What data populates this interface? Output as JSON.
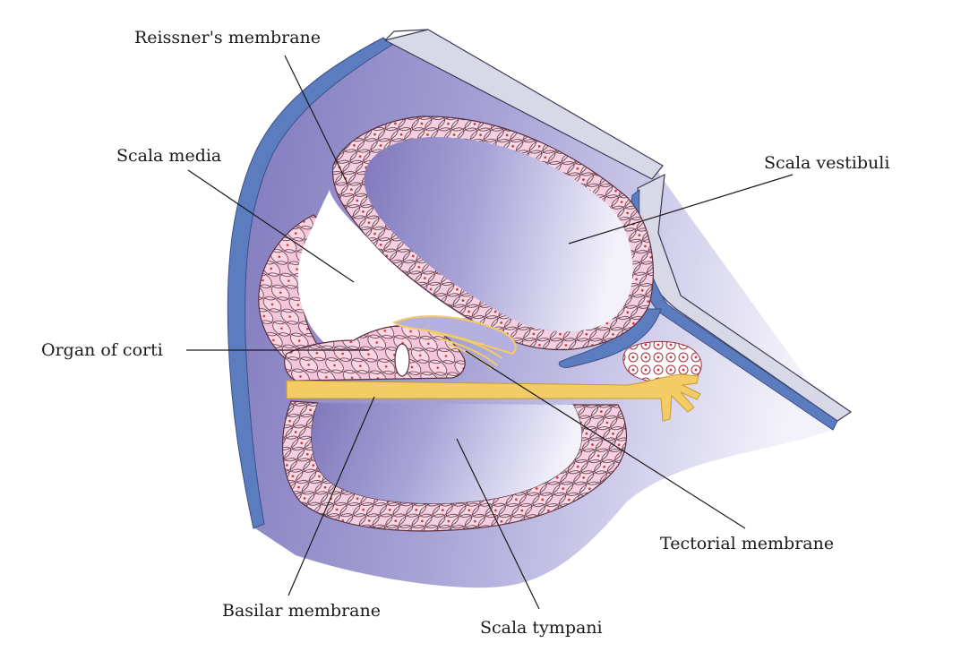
{
  "labels": {
    "reissners_membrane": "Reissner's membrane",
    "scala_media": "Scala media",
    "scala_vestibuli": "Scala vestibuli",
    "organ_of_corti": "Organ of corti",
    "tectorial_membrane": "Tectorial membrane",
    "basilar_membrane": "Basilar membrane",
    "scala_tympani": "Scala tympani"
  },
  "colors": {
    "background": "#ffffff",
    "bone_dark": "#8a84c4",
    "bone_mid": "#b4b0dc",
    "bone_light": "#e9e7f5",
    "outer_blue": "#5b7dc0",
    "bone_strip": "#d9d8e6",
    "cell_fill": "#f6cfe0",
    "cell_outline": "#5a3040",
    "cell_dot": "#d0303a",
    "basilar_yellow": "#f3cc66",
    "text": "#1a1a1a"
  }
}
